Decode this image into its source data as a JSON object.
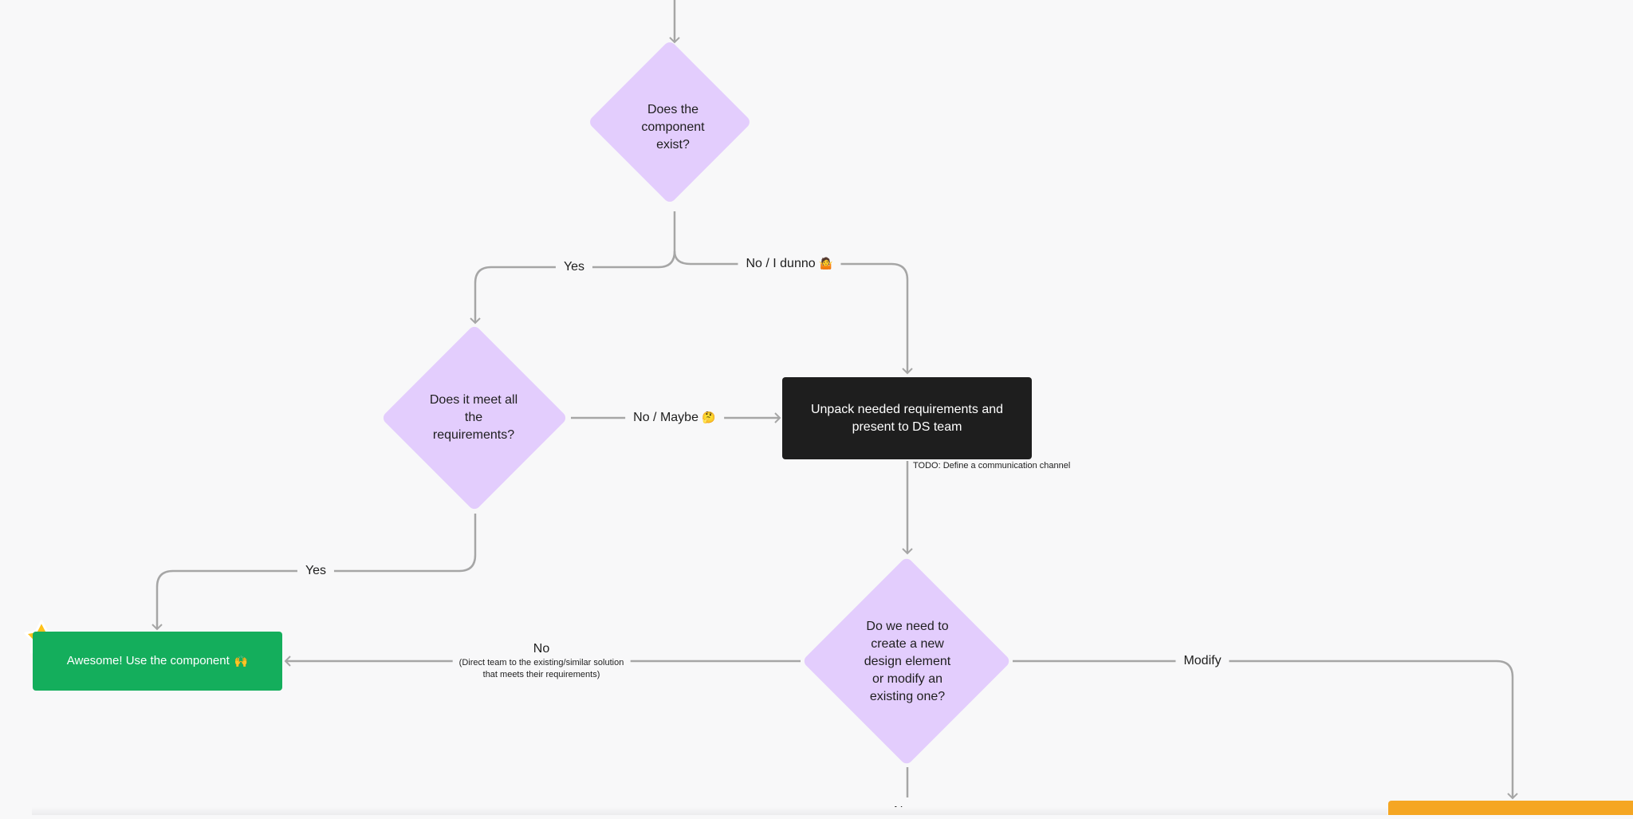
{
  "nodes": {
    "exist": "Does the component exist?",
    "meet": "Does it meet all the requirements?",
    "unpack": "Unpack needed requirements and present to DS team",
    "decide": "Do we need to create a new design element or modify an existing one?",
    "awesome": "Awesome! Use the component",
    "awesome_emoji": "🙌"
  },
  "edges": {
    "yes_top": "Yes",
    "no_dunno": "No / I dunno",
    "no_dunno_emoji": "🤷",
    "no_maybe": "No / Maybe",
    "no_maybe_emoji": "🤔",
    "yes_bottom": "Yes",
    "no": "No",
    "no_detail_1": "(Direct team to the existing/similar solution",
    "no_detail_2": "that meets their requirements)",
    "modify": "Modify",
    "new": "New"
  },
  "notes": {
    "todo": "TODO: Define a communication channel"
  },
  "colors": {
    "diamond": "#e3cdfd",
    "dark_box": "#1e1e1e",
    "green_box": "#14ae5c",
    "orange_box": "#f5a623",
    "connector": "#a6a6a6",
    "star": "#ffc21a"
  }
}
